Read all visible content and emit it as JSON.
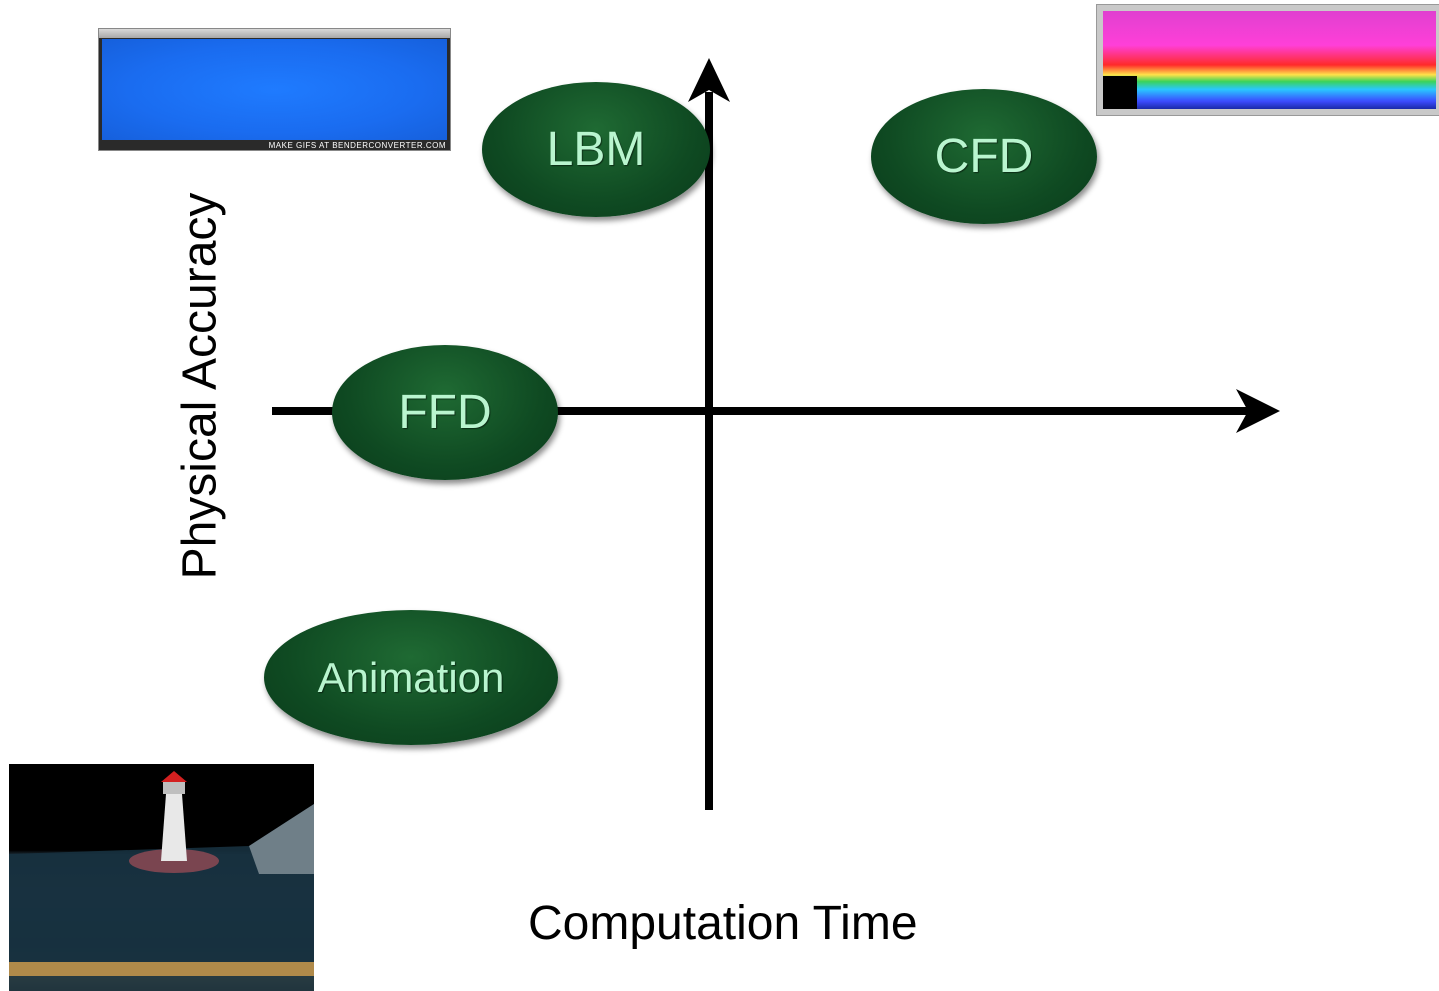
{
  "diagram": {
    "x_axis_label": "Computation Time",
    "y_axis_label": "Physical Accuracy",
    "nodes": [
      {
        "id": "lbm",
        "label": "LBM"
      },
      {
        "id": "cfd",
        "label": "CFD"
      },
      {
        "id": "ffd",
        "label": "FFD"
      },
      {
        "id": "animation",
        "label": "Animation"
      }
    ]
  },
  "thumbnails": {
    "blue_gif_caption": "MAKE GIFS AT BENDERCONVERTER.COM"
  },
  "colors": {
    "node_fill": "#0f4a22",
    "node_text": "#b9f5cf",
    "axis": "#000000"
  }
}
